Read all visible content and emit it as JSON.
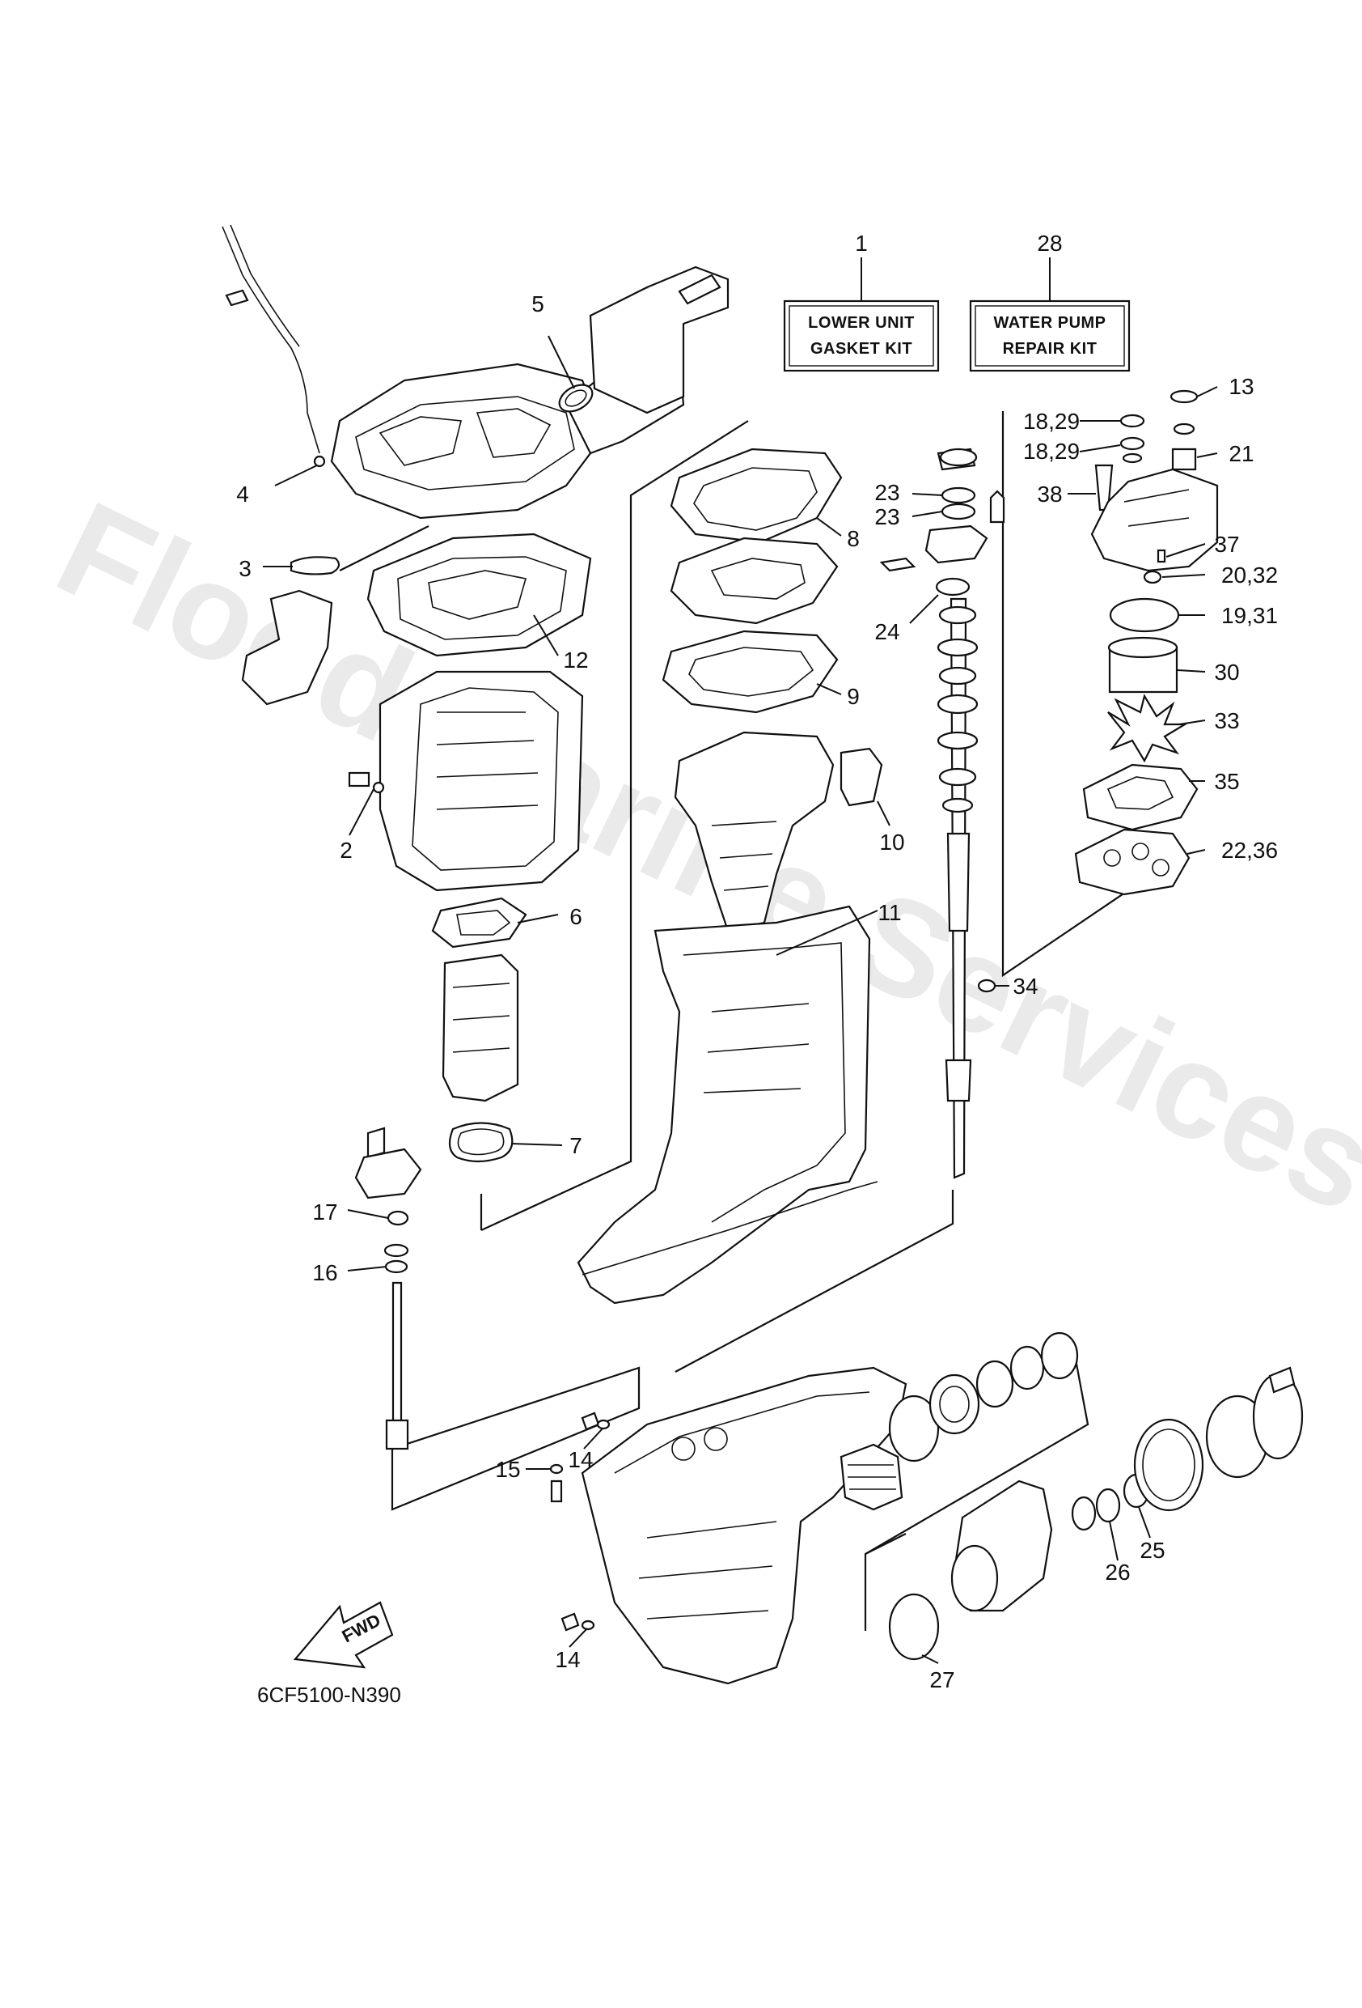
{
  "watermark": "Flood Marine Services",
  "diagram_code": "6CF5100-N390",
  "direction_label": "FWD",
  "kits": [
    {
      "ref": "1",
      "line1": "LOWER UNIT",
      "line2": "GASKET KIT"
    },
    {
      "ref": "28",
      "line1": "WATER PUMP",
      "line2": "REPAIR KIT"
    }
  ],
  "callouts": [
    "1",
    "28",
    "5",
    "4",
    "3",
    "12",
    "2",
    "6",
    "7",
    "17",
    "16",
    "8",
    "9",
    "10",
    "11",
    "23",
    "23",
    "24",
    "13",
    "18,29",
    "18,29",
    "21",
    "38",
    "37",
    "20,32",
    "19,31",
    "30",
    "33",
    "35",
    "22,36",
    "34",
    "15",
    "14",
    "14",
    "25",
    "26",
    "27"
  ]
}
